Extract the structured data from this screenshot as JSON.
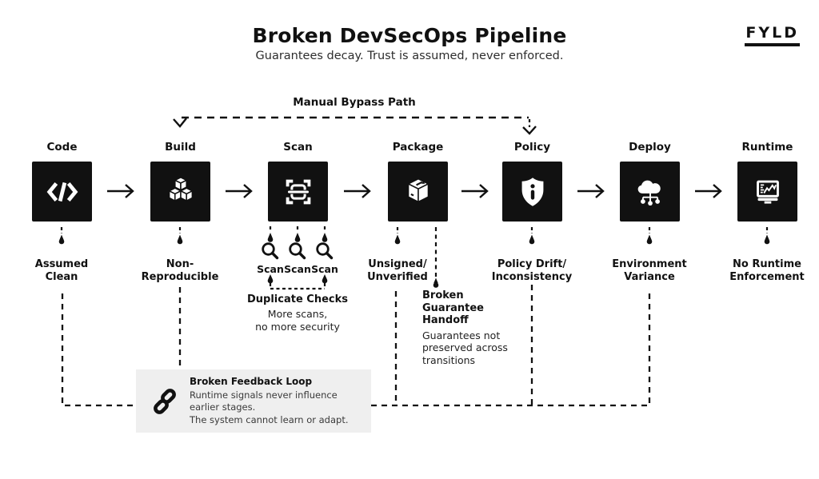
{
  "colors": {
    "ink": "#111111",
    "panel_bg": "#efefef"
  },
  "header": {
    "title": "Broken DevSecOps Pipeline",
    "subtitle": "Guarantees decay. Trust is assumed, never enforced.",
    "brand": "FYLD"
  },
  "bypass": {
    "label": "Manual Bypass Path"
  },
  "stages": [
    {
      "label": "Code",
      "icon": "code-icon",
      "note": "Assumed\nClean"
    },
    {
      "label": "Build",
      "icon": "cubes-icon",
      "note": "Non-\nReproducible"
    },
    {
      "label": "Scan",
      "icon": "scan-frame-icon",
      "note": ""
    },
    {
      "label": "Package",
      "icon": "package-box-icon",
      "note": "Unsigned/\nUnverified"
    },
    {
      "label": "Policy",
      "icon": "shield-info-icon",
      "note": "Policy Drift/\nInconsistency"
    },
    {
      "label": "Deploy",
      "icon": "cloud-network-icon",
      "note": "Environment\nVariance"
    },
    {
      "label": "Runtime",
      "icon": "monitor-chart-icon",
      "note": "No Runtime\nEnforcement"
    }
  ],
  "scan_detail": {
    "repeat_labels": [
      "Scan",
      "Scan",
      "Scan"
    ],
    "title": "Duplicate Checks",
    "body": "More scans,\nno more security"
  },
  "handoff": {
    "title": "Broken\nGuarantee\nHandoff",
    "body": "Guarantees not\npreserved across\ntransitions"
  },
  "feedback": {
    "icon": "broken-chain-icon",
    "title": "Broken Feedback Loop",
    "body": "Runtime signals never influence earlier stages.\nThe system cannot learn or adapt."
  }
}
